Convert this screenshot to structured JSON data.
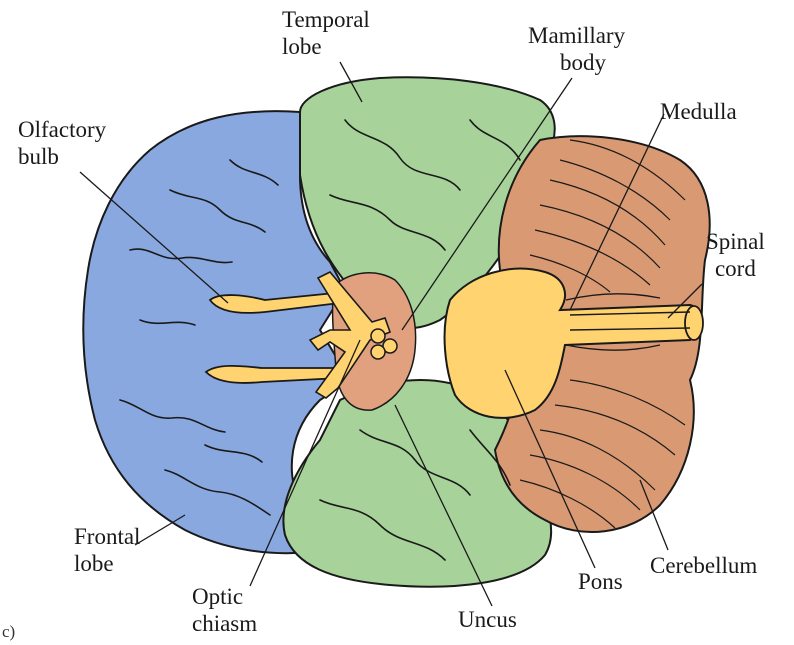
{
  "labels": {
    "temporal_lobe": [
      "Temporal",
      "lobe"
    ],
    "mamillary_body": [
      "Mamillary",
      "body"
    ],
    "olfactory_bulb": [
      "Olfactory",
      "bulb"
    ],
    "medulla": "Medulla",
    "spinal_cord": [
      "Spinal",
      "cord"
    ],
    "frontal_lobe": [
      "Frontal",
      "lobe"
    ],
    "optic_chiasm": [
      "Optic",
      "chiasm"
    ],
    "uncus": "Uncus",
    "pons": "Pons",
    "cerebellum": "Cerebellum",
    "figure_marker": "c)"
  },
  "colors": {
    "frontal": "#8aa8e0",
    "temporal": "#a7d39a",
    "cerebellum": "#d99a73",
    "brainstem": "#ffd36f",
    "chiasm_region": "#e1a17f",
    "outline": "#1a1a1a"
  }
}
